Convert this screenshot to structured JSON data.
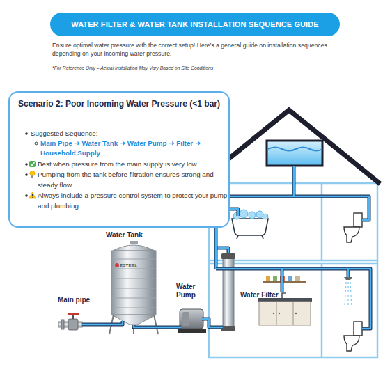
{
  "diagram": {
    "title": "WATER FILTER & WATER TANK INSTALLATION SEQUENCE GUIDE",
    "nodes": [
      {
        "text": [
          "Scenario 2: Poor Incoming Water Pressure (<1 bar)",
          "Suggested Sequence:",
          "Main Pipe ➜ Water Tank ➜ Water Pump ➜ Filter ➜ Household Supply",
          "Best when pressure from the main supply is very low.",
          "Pumping from the tank before filtration ensures strong and steady flow.",
          "Always include a pressure control system to protect your pump and plumbing."
        ]
      },
      {
        "text": [
          "Main pipe"
        ]
      },
      {
        "text": [
          "Water Tank",
          "ESTEEL"
        ]
      },
      {
        "text": [
          "Water Pump"
        ]
      },
      {
        "text": [
          "Water Filter"
        ]
      }
    ],
    "edges": [
      {
        "from": 1,
        "to": 2,
        "arrow": "none"
      },
      {
        "from": 2,
        "to": 3,
        "arrow": "none"
      },
      {
        "from": 3,
        "to": 4,
        "arrow": "none"
      }
    ],
    "labels": [
      "Ensure optimal water pressure with the correct setup! Here’s a general guide on installation sequences depending on your incoming water pressure.",
      "*For Reference Only – Actual Installation May Vary Based on Site Conditions"
    ]
  }
}
